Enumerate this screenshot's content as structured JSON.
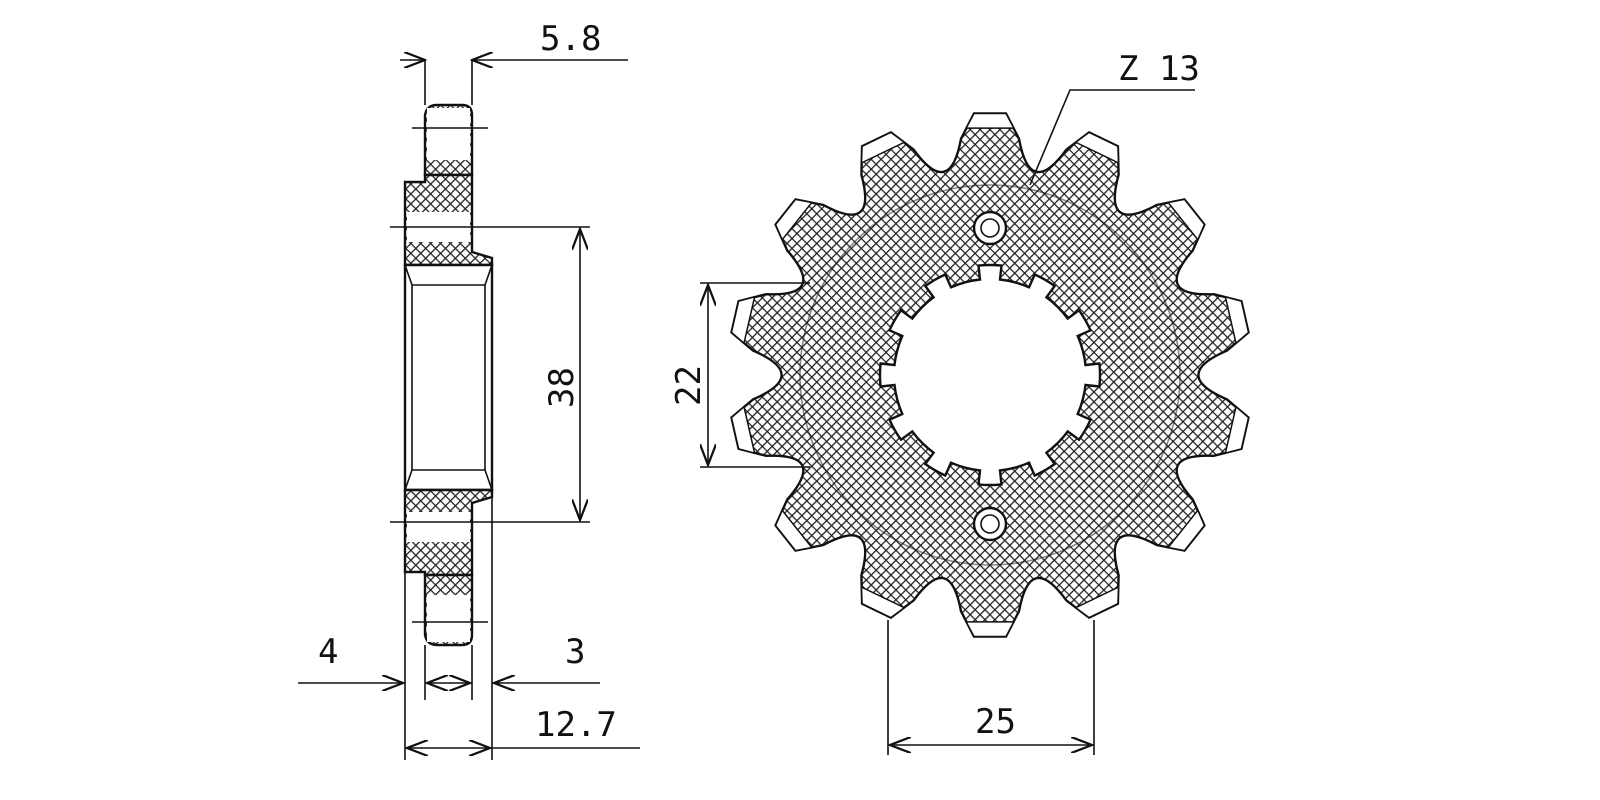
{
  "drawing": {
    "title": "Front sprocket technical drawing",
    "teeth_label": "Z 13",
    "tooth_count_drawn": 14,
    "spline_count": 12,
    "dimensions": {
      "tooth_width": "5.8",
      "hub_diameter": "38",
      "bore_diameter": "22",
      "offset_left": "4",
      "offset_right": "3",
      "overall_width": "12.7",
      "bolt_spacing": "25"
    },
    "colors": {
      "line": "#111111",
      "hatch": "#222222",
      "background": "#ffffff"
    }
  }
}
